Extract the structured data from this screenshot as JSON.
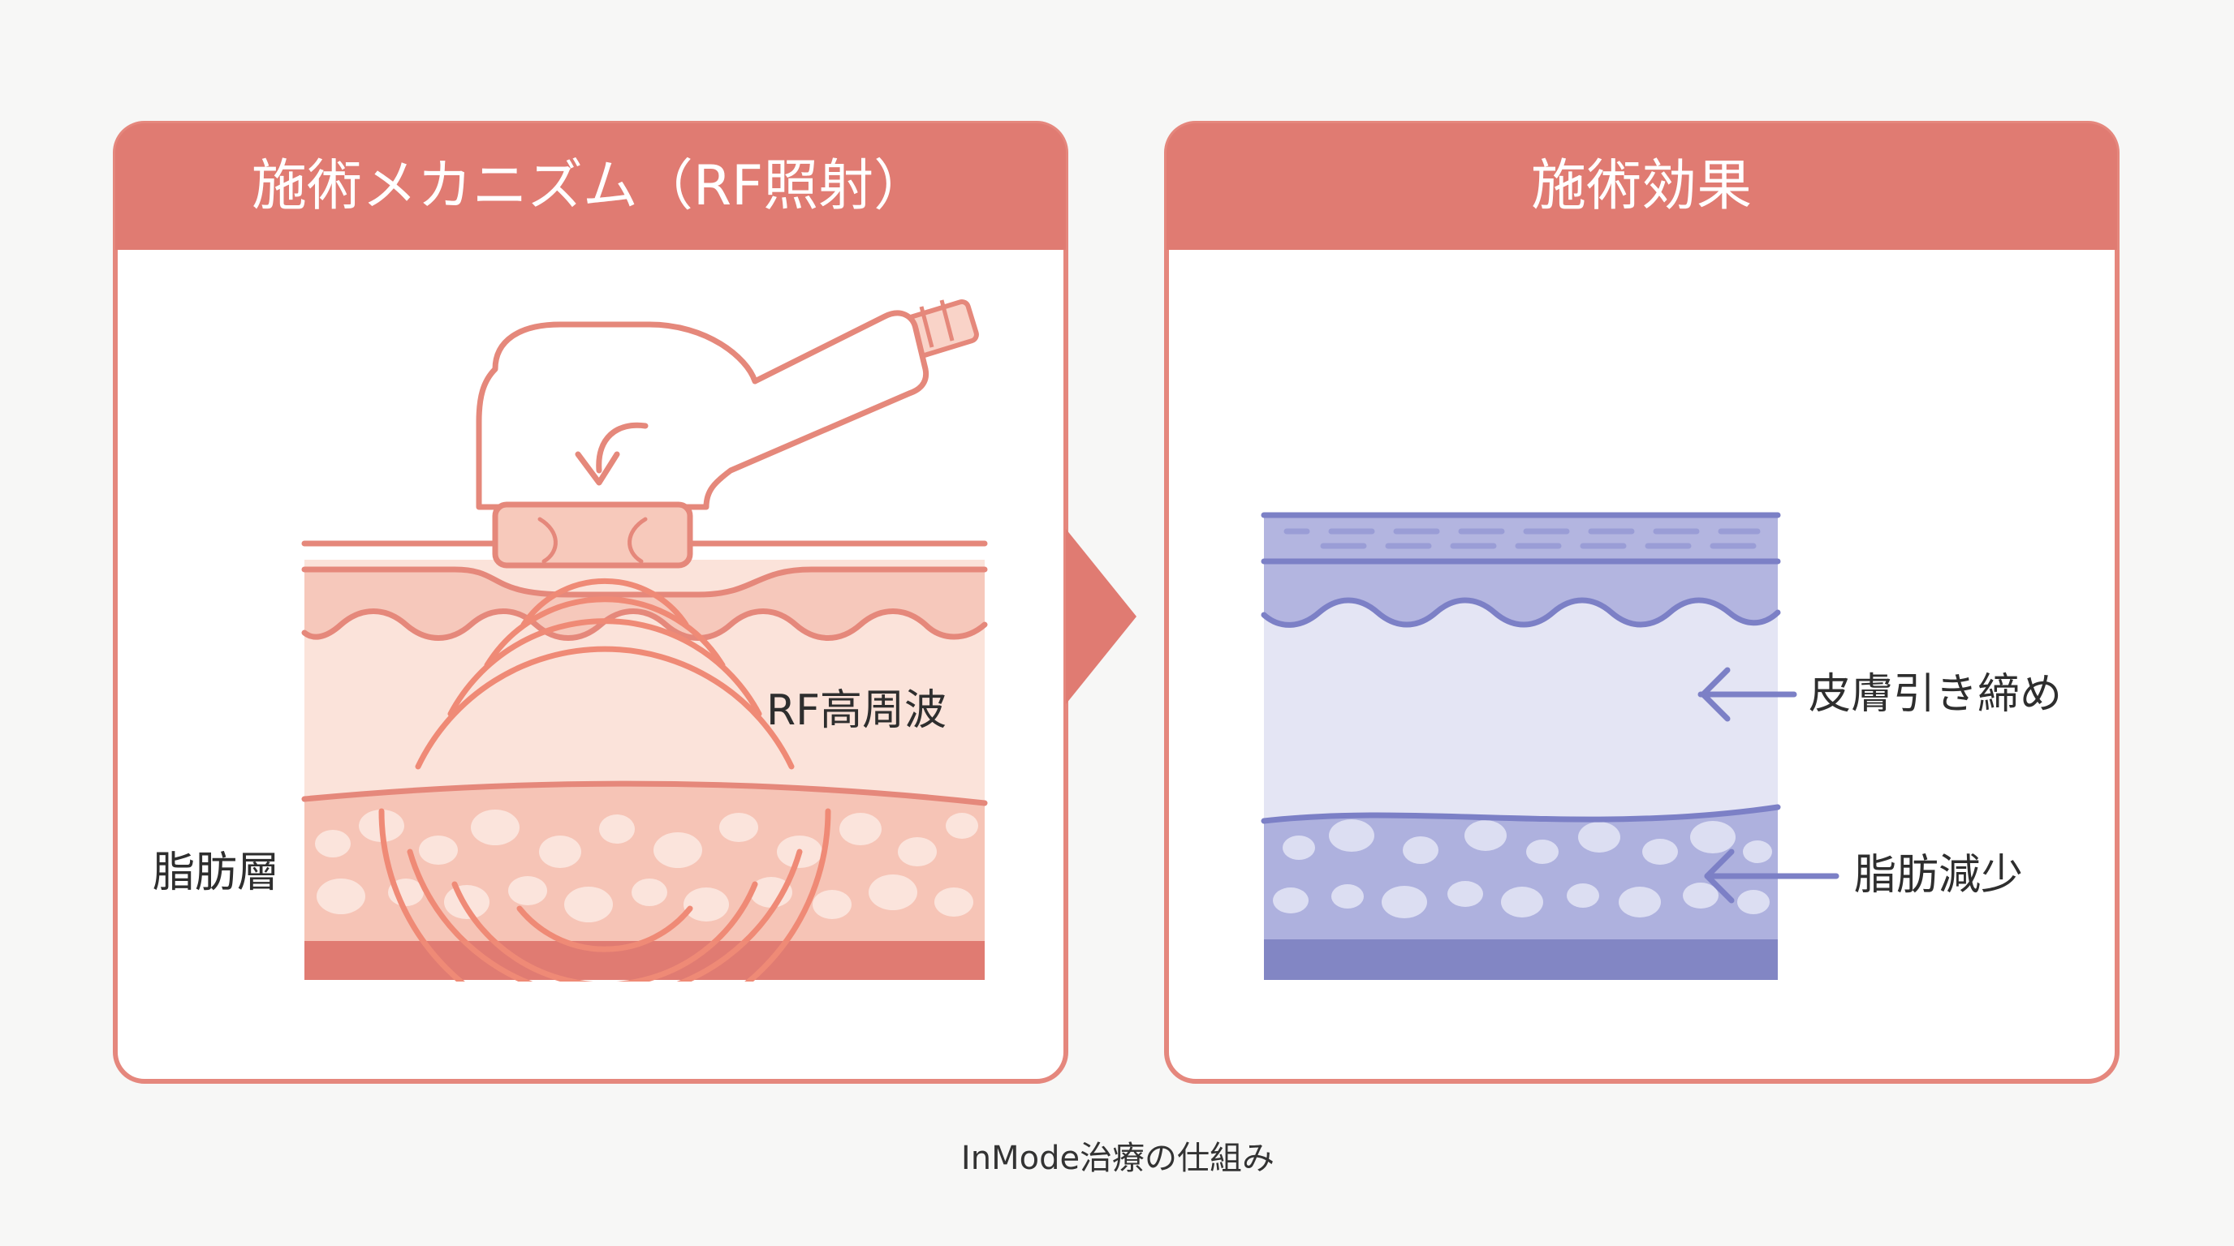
{
  "left_panel": {
    "title": "施術メカニズム（RF照射）",
    "rf_label": "RF高周波",
    "fat_label": "脂肪層"
  },
  "right_panel": {
    "title": "施術効果",
    "tightening_label": "皮膚引き締め",
    "fat_reduction_label": "脂肪減少"
  },
  "caption": "InMode治療の仕組み",
  "colors": {
    "background": "#f7f7f6",
    "header_red": "#e07b72",
    "panel_border": "#e5877d",
    "skin_outline": "#e5887b",
    "rf_waves": "#ef8a76",
    "fat_pink": "#f6c4b6",
    "base_red": "#e07b72",
    "tightened_purple": "#8b8fcf",
    "base_purple": "#8286c4",
    "arrow_purple": "#7c80c6"
  },
  "icons": {
    "device": "rf-handpiece-icon",
    "flow": "chevron-right-icon",
    "effect_arrows": "arrow-left-icon"
  }
}
